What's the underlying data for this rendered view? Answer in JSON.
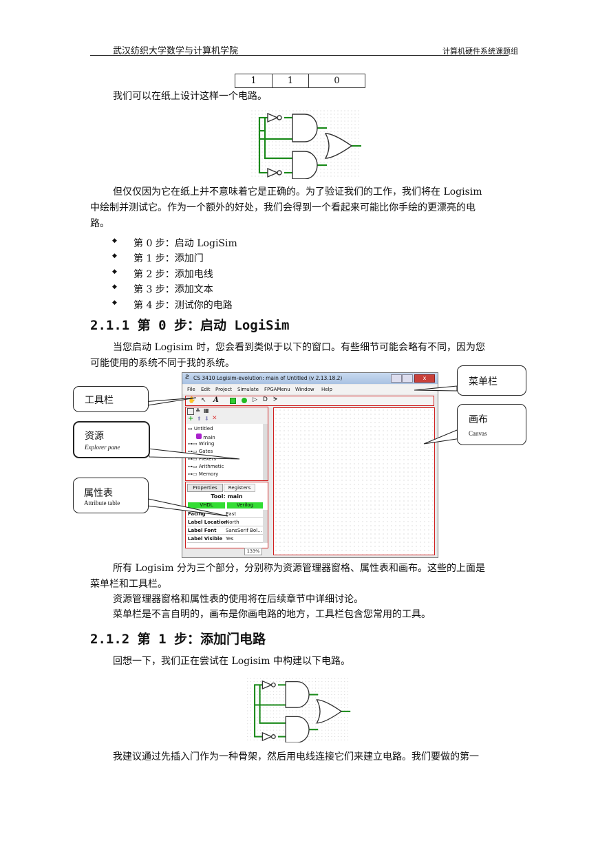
{
  "header": {
    "left": "武汉纺织大学数学与计算机学院",
    "right": "计算机硬件系统课题组"
  },
  "truth_row": [
    "1",
    "1",
    "0"
  ],
  "para1": "我们可以在纸上设计这样一个电路。",
  "para2_l1": "但仅仅因为它在纸上并不意味着它是正确的。为了验证我们的工作，我们将在 Logisim",
  "para2_l2": "中绘制并测试它。作为一个额外的好处，我们会得到一个看起来可能比你手绘的更漂亮的电",
  "para2_l3": "路。",
  "steps": [
    "第 0 步：启动 LogiSim",
    "第 1 步：添加门",
    "第 2 步：添加电线",
    "第 3 步：添加文本",
    "第 4 步：测试你的电路"
  ],
  "section1": {
    "title": "2.1.1  第 0 步：启动 LogiSim",
    "p1_l1": "当您启动 Logisim 时，您会看到类似于以下的窗口。有些细节可能会略有不同，因为您",
    "p1_l2": "可能使用的系统不同于我的系统。"
  },
  "screenshot": {
    "title": "CS 3410 Logisim-evolution: main of Untitled (v 2.13.18.2)",
    "menu": [
      "File",
      "Edit",
      "Project",
      "Simulate",
      "FPGAMenu",
      "Window",
      "Help"
    ],
    "explorer_items": [
      "Untitled",
      "main",
      "Wiring",
      "Gates",
      "Plexers",
      "Arithmetic",
      "Memory"
    ],
    "tabs": [
      "Properties",
      "Registers"
    ],
    "tool_title": "Tool: main",
    "lang_buttons": [
      "VHDL",
      "Verilog"
    ],
    "attributes": [
      {
        "name": "Facing",
        "value": "East"
      },
      {
        "name": "Label Location",
        "value": "North"
      },
      {
        "name": "Label Font",
        "value": "SansSerif Bol..."
      },
      {
        "name": "Label Visible",
        "value": "Yes"
      }
    ],
    "zoom": "133%"
  },
  "callouts": {
    "menubar": "菜单栏",
    "toolbar": "工具栏",
    "explorer_title": "资源",
    "explorer_sub": "Explorer pane",
    "canvas_title": "画布",
    "canvas_sub": "Canvas",
    "attr_title": "属性表",
    "attr_sub": "Attribute table"
  },
  "para3_l1": "所有 Logisim 分为三个部分，分别称为资源管理器窗格、属性表和画布。这些的上面是",
  "para3_l2": "菜单栏和工具栏。",
  "para4": "资源管理器窗格和属性表的使用将在后续章节中详细讨论。",
  "para5": "菜单栏是不言自明的，画布是你画电路的地方，工具栏包含您常用的工具。",
  "section2": {
    "title": "2.1.2  第 1 步：添加门电路",
    "p1": "回想一下，我们正在尝试在 Logisim 中构建以下电路。",
    "p2": "我建议通过先插入门作为一种骨架，然后用电线连接它们来建立电路。我们要做的第一"
  },
  "colors": {
    "wire": "#1a8a1a",
    "frame_red": "#d02020",
    "lang_green": "#33dd33"
  }
}
